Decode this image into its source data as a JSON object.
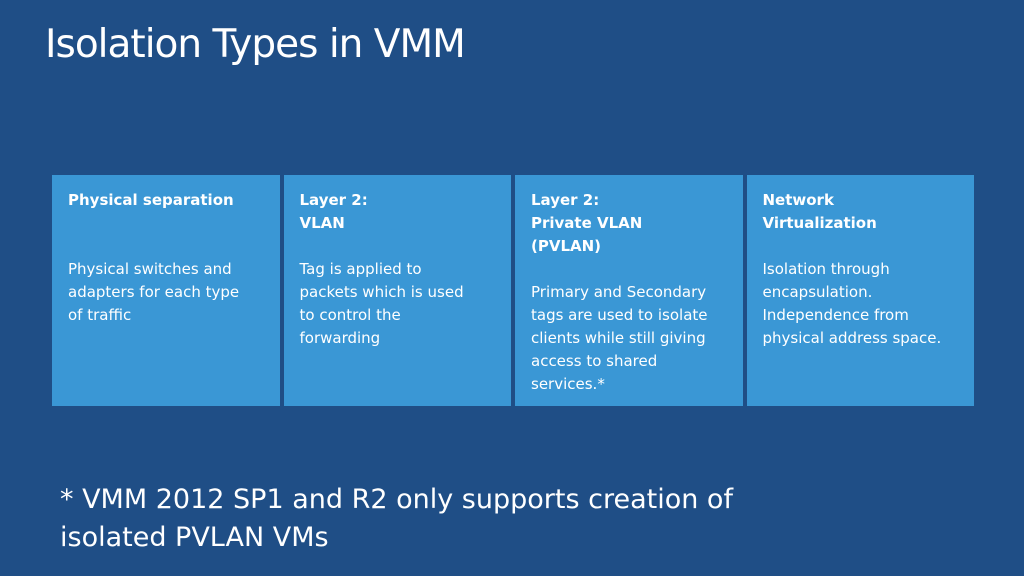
{
  "slide": {
    "title": "Isolation Types in VMM",
    "cards": [
      {
        "heading": "Physical separation",
        "body": "Physical switches and\nadapters for each type\nof traffic"
      },
      {
        "heading": "Layer 2:\nVLAN",
        "body": "Tag is applied to\npackets which is used\nto control the\nforwarding"
      },
      {
        "heading": "Layer 2:\nPrivate VLAN\n(PVLAN)",
        "body": "\nPrimary and Secondary\ntags are used to isolate\nclients while still giving\naccess to shared\nservices.*"
      },
      {
        "heading": "Network\nVirtualization",
        "body": "Isolation through\nencapsulation.\nIndependence from\nphysical address space."
      }
    ],
    "footnote": "* VMM 2012 SP1 and R2 only supports creation of\nisolated PVLAN VMs"
  },
  "colors": {
    "background": "#1f4e86",
    "card": "#3a97d5",
    "text": "#ffffff"
  }
}
